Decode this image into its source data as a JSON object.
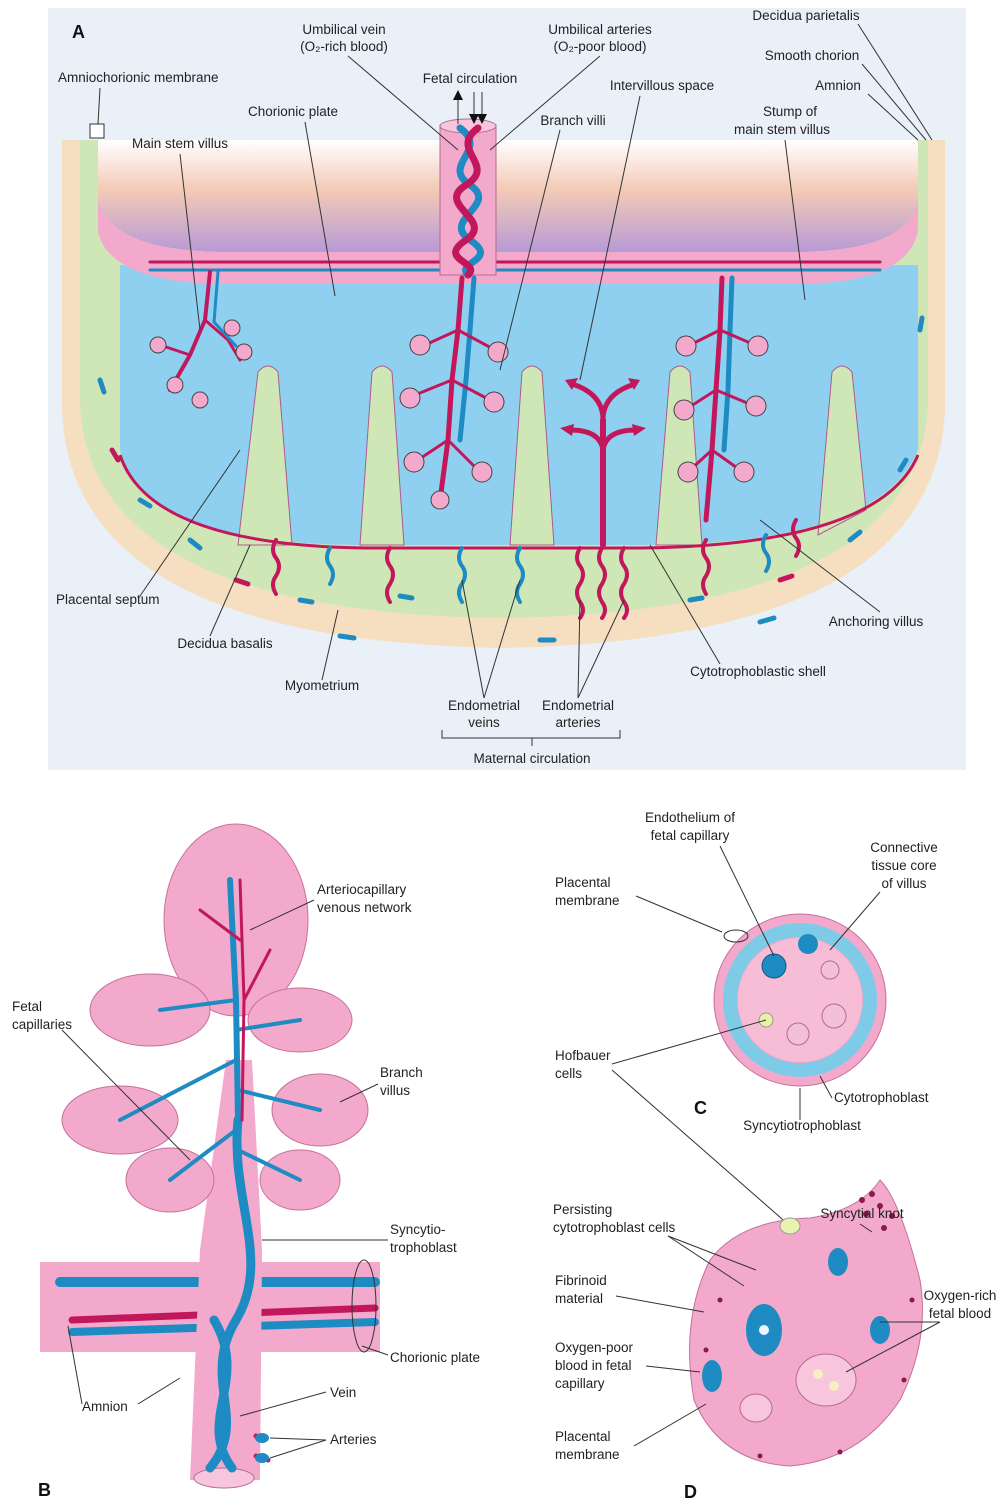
{
  "panels": {
    "a": "A",
    "b": "B",
    "c": "C",
    "d": "D"
  },
  "colors": {
    "panel_a_bg": "#e9f0f7",
    "intervillous": "#8fd0f0",
    "decidua": "#cfe6b6",
    "myometrium": "#f6dfc1",
    "villus_tissue": "#f3a9cc",
    "fetal_artery": "#c2185b",
    "fetal_vein": "#1e8bc3"
  },
  "panel_a": {
    "umbilical_vein": [
      "Umbilical vein",
      "(O₂-rich blood)"
    ],
    "umbilical_arteries": [
      "Umbilical arteries",
      "(O₂-poor blood)"
    ],
    "decidua_parietalis": "Decidua parietalis",
    "smooth_chorion": "Smooth chorion",
    "amnion": "Amnion",
    "amniochorionic_membrane": "Amniochorionic membrane",
    "fetal_circulation": "Fetal circulation",
    "intervillous_space": "Intervillous space",
    "chorionic_plate": "Chorionic plate",
    "branch_villi": "Branch villi",
    "stump_main_stem_villus": [
      "Stump of",
      "main stem villus"
    ],
    "main_stem_villus": "Main stem villus",
    "placental_septum": "Placental septum",
    "decidua_basalis": "Decidua basalis",
    "myometrium": "Myometrium",
    "anchoring_villus": "Anchoring villus",
    "cytotrophoblastic_shell": "Cytotrophoblastic shell",
    "endometrial_veins": [
      "Endometrial",
      "veins"
    ],
    "endometrial_arteries": [
      "Endometrial",
      "arteries"
    ],
    "maternal_circulation": "Maternal circulation"
  },
  "panel_b": {
    "arteriocapillary": [
      "Arteriocapillary",
      "venous network"
    ],
    "fetal_capillaries": [
      "Fetal",
      "capillaries"
    ],
    "branch_villus": [
      "Branch",
      "villus"
    ],
    "syncytiotrophoblast": [
      "Syncytio-",
      "trophoblast"
    ],
    "chorionic_plate": "Chorionic plate",
    "amnion": "Amnion",
    "vein": "Vein",
    "arteries": "Arteries"
  },
  "panel_c": {
    "endothelium": [
      "Endothelium of",
      "fetal capillary"
    ],
    "connective_tissue": [
      "Connective",
      "tissue core",
      "of villus"
    ],
    "placental_membrane": [
      "Placental",
      "membrane"
    ],
    "hofbauer_cells": [
      "Hofbauer",
      "cells"
    ],
    "cytotrophoblast": "Cytotrophoblast",
    "syncytiotrophoblast": "Syncytiotrophoblast"
  },
  "panel_d": {
    "persisting_cytotrophoblast": [
      "Persisting",
      "cytotrophoblast cells"
    ],
    "syncytial_knot": "Syncytial knot",
    "fibrinoid": [
      "Fibrinoid",
      "material"
    ],
    "oxygen_rich": [
      "Oxygen-rich",
      "fetal blood"
    ],
    "oxygen_poor": [
      "Oxygen-poor",
      "blood in fetal",
      "capillary"
    ],
    "placental_membrane": [
      "Placental",
      "membrane"
    ]
  }
}
